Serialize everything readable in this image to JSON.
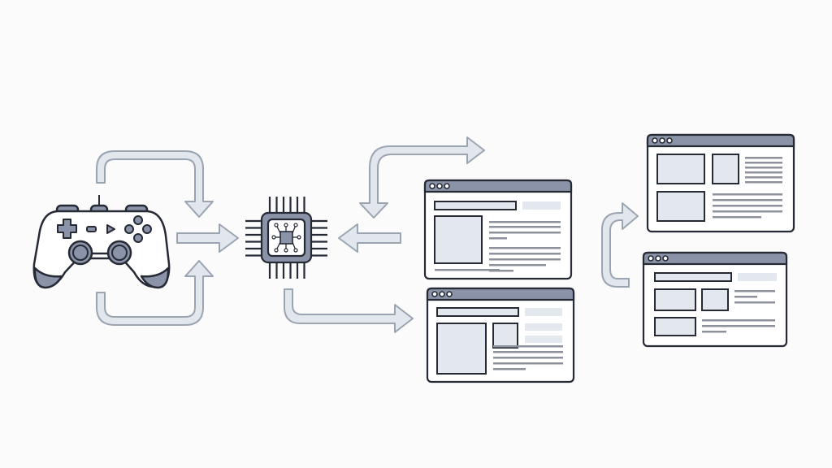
{
  "colors": {
    "background": "#fbfbfb",
    "outline": "#262a35",
    "accent_fill": "#8a93a8",
    "panel_fill": "#e3e7ee",
    "arrow_fill": "#e2e7ed",
    "arrow_stroke": "#9ba4b1",
    "text_line": "#8c919b"
  },
  "icons": [
    "gamepad-icon",
    "cpu-chip-icon",
    "browser-window-icon",
    "arrow-icon"
  ],
  "windows": [
    {
      "id": "window-1",
      "layout": "image-left"
    },
    {
      "id": "window-2",
      "layout": "image-left-with-thumb"
    },
    {
      "id": "window-3",
      "layout": "grid-tiles"
    },
    {
      "id": "window-4",
      "layout": "grid-tiles-compact"
    }
  ]
}
